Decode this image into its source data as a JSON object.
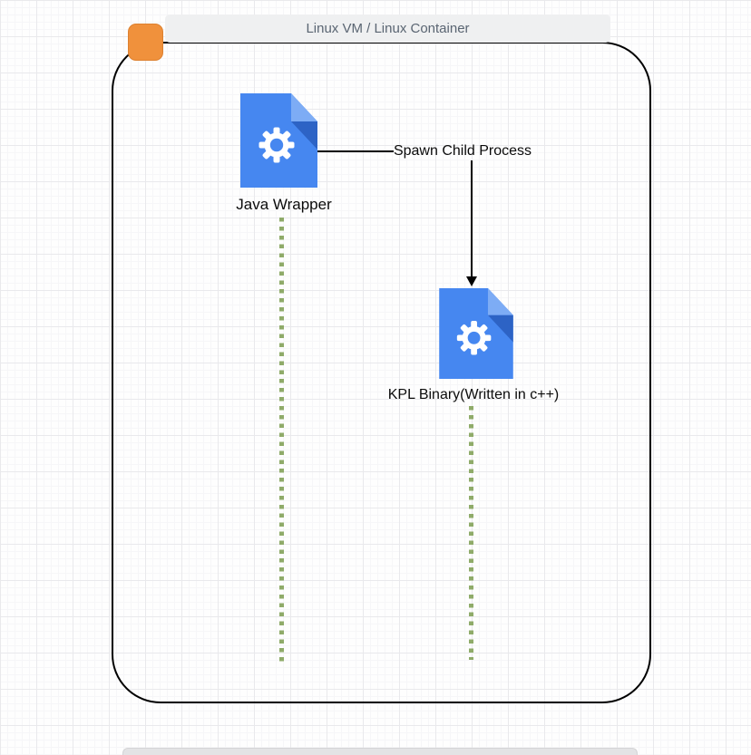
{
  "colors": {
    "accent-orange": "#F0913C",
    "icon-blue": "#4687F0",
    "icon-blue-light": "#7DACF5",
    "icon-blue-dark": "#2D63C5",
    "lifeline-green": "#8FAB69",
    "banner-bg": "#EFF0F1",
    "banner-text": "#5A6572",
    "line-black": "#000000",
    "grid-major": "#E9E9EC",
    "grid-minor": "#F6F6F8",
    "bottom-bar": "#E3E3E5"
  },
  "diagram": {
    "title": "Linux VM / Linux Container",
    "nodes": [
      {
        "label": "Java Wrapper",
        "icon": "gear-file-icon"
      },
      {
        "label": "KPL Binary(Written in c++)",
        "icon": "gear-file-icon"
      }
    ],
    "edge": {
      "label": "Spawn Child Process",
      "type": "arrow"
    }
  }
}
